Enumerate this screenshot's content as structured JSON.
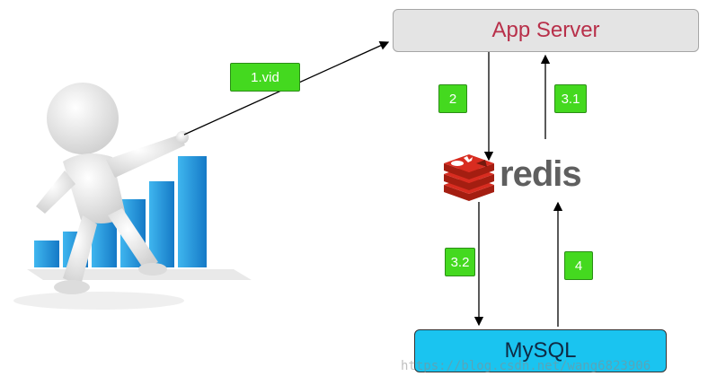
{
  "nodes": {
    "app_server": "App Server",
    "redis": "redis",
    "mysql": "MySQL"
  },
  "steps": {
    "s1": "1.vid",
    "s2": "2",
    "s31": "3.1",
    "s32": "3.2",
    "s4": "4"
  },
  "watermark": "https://blog.csdn.net/wang6823906",
  "colors": {
    "app_server_text": "#b8304a",
    "mysql_fill": "#1ac4f0",
    "step_tag": "#44d91f",
    "redis_logo": "#d82c20",
    "chart_bars": "#1e8ed4"
  }
}
